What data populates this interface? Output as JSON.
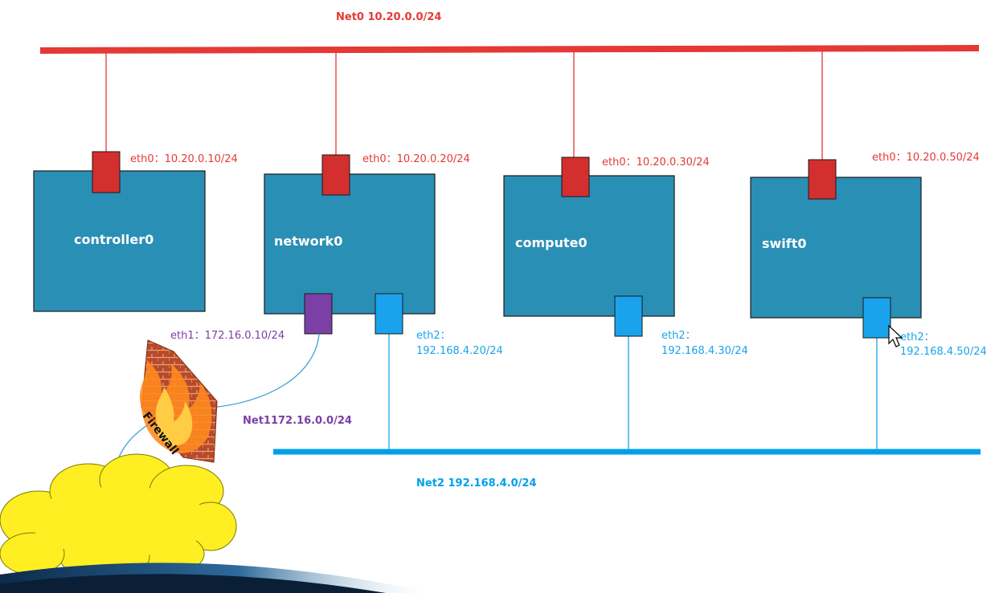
{
  "colors": {
    "net0": "#e53935",
    "net1": "#7b3fa6",
    "net2": "#00a0e9",
    "node_fill": "#2a8fb5",
    "eth0_port": "#d32f2f",
    "eth1_port": "#7b3fa6",
    "eth2_port": "#1aa3ec",
    "cloud": "#ffee22"
  },
  "networks": {
    "net0": {
      "label": "Net0 10.20.0.0/24"
    },
    "net1": {
      "label": "Net1172.16.0.0/24"
    },
    "net2": {
      "label": "Net2 192.168.4.0/24"
    }
  },
  "nodes": {
    "controller": {
      "name": "controller0",
      "eth0": "eth0：10.20.0.10/24"
    },
    "network": {
      "name": "network0",
      "eth0": "eth0：10.20.0.20/24",
      "eth1": "eth1：172.16.0.10/24",
      "eth2_name": "eth2：",
      "eth2_ip": "192.168.4.20/24"
    },
    "compute": {
      "name": "compute0",
      "eth0": "eth0：10.20.0.30/24",
      "eth2_name": "eth2：",
      "eth2_ip": "192.168.4.30/24"
    },
    "swift": {
      "name": "swift0",
      "eth0": "eth0：10.20.0.50/24",
      "eth2_name": "eth2：",
      "eth2_ip": "192.168.4.50/24"
    }
  },
  "firewall": {
    "label": "Firewall",
    "icon": "firewall-icon"
  },
  "cloud": {
    "icon": "cloud-icon"
  },
  "cursor": {
    "icon": "mouse-cursor-icon"
  }
}
